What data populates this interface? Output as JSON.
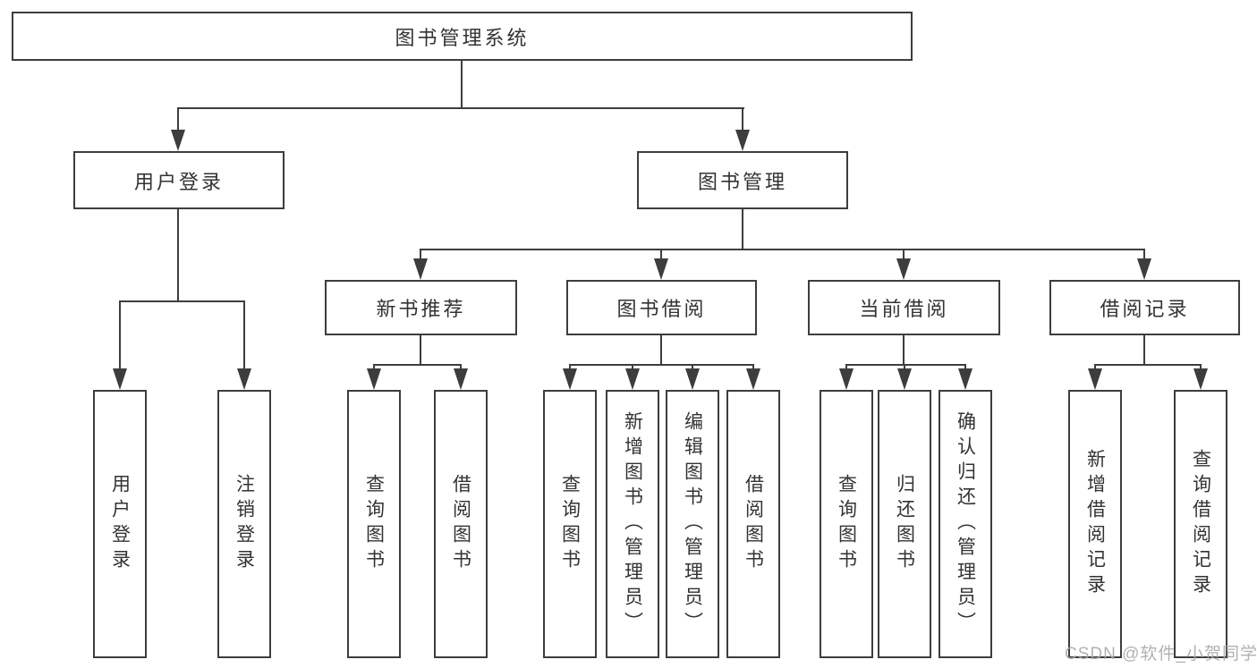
{
  "diagram": {
    "type": "hierarchy-tree",
    "title": "图书管理系统",
    "watermark": "CSDN @软件_小贺同学"
  },
  "colors": {
    "line": "#3d3d3d",
    "text": "#333333",
    "boxbg": "#ffffff",
    "bg": "#ffffff",
    "watermark": "#a9a9a9"
  },
  "nodes": [
    {
      "id": "root",
      "label": "图书管理系统",
      "parent": null
    },
    {
      "id": "user-login",
      "label": "用户登录",
      "parent": "root"
    },
    {
      "id": "book-mgmt",
      "label": "图书管理",
      "parent": "root"
    },
    {
      "id": "new-book-rec",
      "label": "新书推荐",
      "parent": "book-mgmt"
    },
    {
      "id": "book-borrow",
      "label": "图书借阅",
      "parent": "book-mgmt"
    },
    {
      "id": "current-borrow",
      "label": "当前借阅",
      "parent": "book-mgmt"
    },
    {
      "id": "borrow-records",
      "label": "借阅记录",
      "parent": "book-mgmt"
    },
    {
      "id": "leaf-user-login",
      "label": "用户登录",
      "parent": "user-login"
    },
    {
      "id": "leaf-logout",
      "label": "注销登录",
      "parent": "user-login"
    },
    {
      "id": "leaf-nbr-query",
      "label": "查询图书",
      "parent": "new-book-rec"
    },
    {
      "id": "leaf-nbr-borrow",
      "label": "借阅图书",
      "parent": "new-book-rec"
    },
    {
      "id": "leaf-bb-query",
      "label": "查询图书",
      "parent": "book-borrow"
    },
    {
      "id": "leaf-bb-add",
      "label": "新增图书（管理员）",
      "parent": "book-borrow"
    },
    {
      "id": "leaf-bb-edit",
      "label": "编辑图书（管理员）",
      "parent": "book-borrow"
    },
    {
      "id": "leaf-bb-borrow",
      "label": "借阅图书",
      "parent": "book-borrow"
    },
    {
      "id": "leaf-cb-query",
      "label": "查询图书",
      "parent": "current-borrow"
    },
    {
      "id": "leaf-cb-return",
      "label": "归还图书",
      "parent": "current-borrow"
    },
    {
      "id": "leaf-cb-confirm",
      "label": "确认归还（管理员）",
      "parent": "current-borrow"
    },
    {
      "id": "leaf-br-add",
      "label": "新增借阅记录",
      "parent": "borrow-records"
    },
    {
      "id": "leaf-br-query",
      "label": "查询借阅记录",
      "parent": "borrow-records"
    }
  ]
}
